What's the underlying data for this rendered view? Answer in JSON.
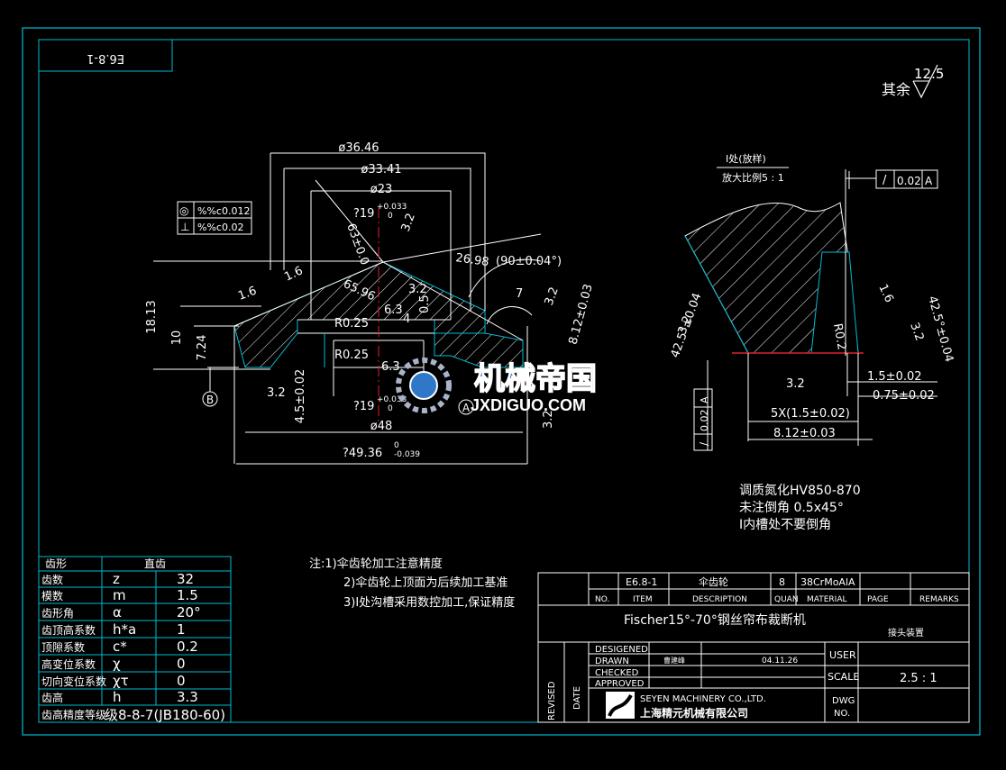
{
  "colors": {
    "background": "#000000",
    "frame": "#00bcd4",
    "line": "#ffffff",
    "dim": "#ffffff",
    "hatch": "#ffffff",
    "red": "#e0202a"
  },
  "corner_tag": "E6.8-1",
  "roughness": {
    "label": "其余",
    "value": "12.5"
  },
  "geom_tol": {
    "row1_sym": "◎",
    "row1_val": "%%c0.012",
    "row2_sym": "⊥",
    "row2_val": "%%c0.02"
  },
  "datum_b": "B",
  "datum_a": "A",
  "main_dims": {
    "d1": "ø36.46",
    "d2": "ø33.41",
    "d3": "ø23",
    "bore_top": "?19",
    "bore_top_tol": "+0.033",
    "bore_top_tol0": "0",
    "bore_bot": "?19",
    "bore_bot_tol": "+0.033",
    "bore_bot_tol0": "0",
    "d48": "ø48",
    "d49": "?49.36",
    "d49_tol": "0",
    "d49_tol2": "-0.039",
    "h1813": "18.13",
    "h10": "10",
    "h724": "7.24",
    "h45": "4.5±0.02",
    "r1": "R0.25",
    "r2": "R0.25",
    "a63": "63±0.0",
    "a6596": "65.96",
    "a2698": "26.98",
    "ang90": "(90±0.04°)",
    "d812": "8.12±0.03",
    "r16a": "1.6",
    "r16b": "1.6",
    "r32a": "3.2",
    "r32b": "3.2",
    "r32c": "3.2",
    "r32d": "3.2",
    "r32e": "3.2",
    "d63a": "6.3",
    "d63b": "6.3",
    "d4": "4",
    "d05": "0.5",
    "d7": "7"
  },
  "detail": {
    "title": "I处(放样)",
    "scale": "放大比例5 : 1",
    "tol_sym": "/",
    "tol_val": "0.02",
    "tol_datum": "A",
    "ang_l": "42.5°±0.04",
    "ang_r": "42.5°±0.04",
    "r02": "R0.2",
    "r16": "1.6",
    "r32l": "3.2",
    "r32r": "3.2",
    "r32b": "3.2",
    "d15": "1.5±0.02",
    "d075": "0.75±0.02",
    "d5x": "5X(1.5±0.02)",
    "d812": "8.12±0.03",
    "vtol_sym": "/",
    "vtol_val": "0.02",
    "vtol_datum": "A"
  },
  "notes_right": [
    "调质氮化HV850-870",
    "未注倒角   0.5x45°",
    "I内槽处不要倒角"
  ],
  "notes_left": [
    "注:1)伞齿轮加工注意精度",
    "2)伞齿轮上顶面为后续加工基准",
    "3)I处沟槽采用数控加工,保证精度"
  ],
  "gear_table": {
    "header": [
      "齿形",
      "直齿"
    ],
    "rows": [
      [
        "齿数",
        "z",
        "32"
      ],
      [
        "模数",
        "m",
        "1.5"
      ],
      [
        "齿形角",
        "α",
        "20°"
      ],
      [
        "齿顶高系数",
        "h*a",
        "1"
      ],
      [
        "顶隙系数",
        "c*",
        "0.2"
      ],
      [
        "高变位系数",
        "χ",
        "0"
      ],
      [
        "切向变位系数",
        "χτ",
        "0"
      ],
      [
        "齿高",
        "h",
        "3.3"
      ]
    ],
    "grade_label": "齿高精度等级",
    "grade_value": "级8-8-7(JB180-60)"
  },
  "title_block": {
    "part_no": "E6.8-1",
    "part_desc": "伞齿轮",
    "qty": "8",
    "material": "38CrMoAlA",
    "hdr": [
      "NO.",
      "ITEM",
      "DESCRIPTION",
      "QUAN",
      "MATERIAL",
      "PAGE",
      "REMARKS"
    ],
    "project": "Fischer15°-70°钢丝帘布裁断机",
    "sub": "接头装置",
    "roles": [
      "DESIGENED",
      "DRAWN",
      "CHECKED",
      "APPROVED"
    ],
    "drawn_by": "曹建峰",
    "date": "04.11.26",
    "revised": "REVISED",
    "date_label": "DATE",
    "user_label": "USER",
    "scale_label": "SCALE",
    "scale_val": "2.5 : 1",
    "company_en": "SEYEN MACHINERY CO.,LTD.",
    "company_cn": "上海精元机械有限公司",
    "dwg_label1": "DWG",
    "dwg_label2": "NO."
  },
  "watermark": {
    "cn": "机械帝国",
    "en": "JXDIGUO.COM"
  }
}
